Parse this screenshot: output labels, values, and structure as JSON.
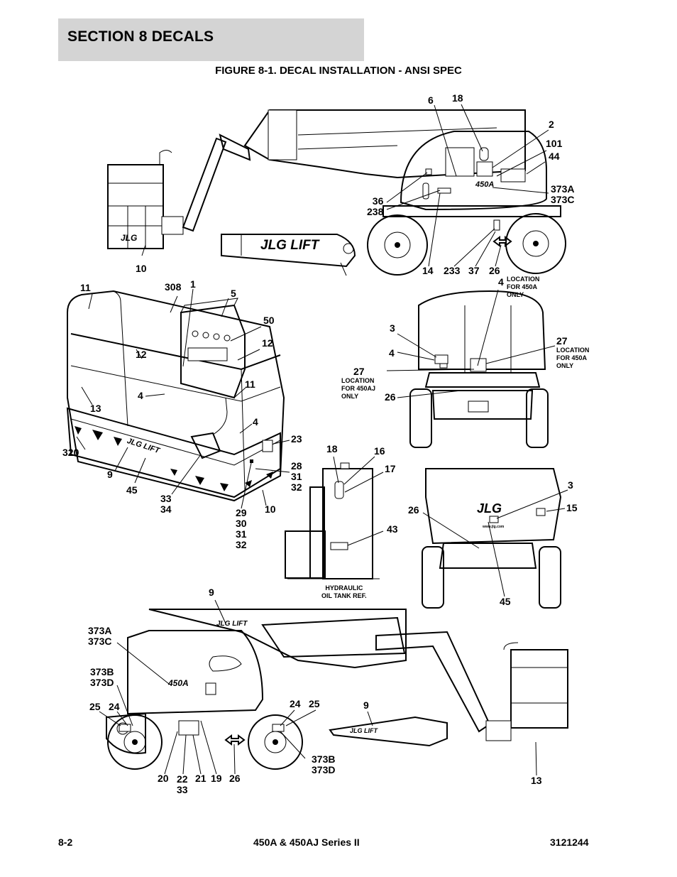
{
  "header": {
    "section_title": "SECTION 8   DECALS",
    "figure_title": "FIGURE 8-1. DECAL INSTALLATION - ANSI SPEC"
  },
  "footer": {
    "page_number": "8-2",
    "model": "450A & 450AJ Series II",
    "doc_number": "3121244"
  },
  "logos": {
    "jlg": "JLG",
    "jlg_lift": "JLG LIFT",
    "model_450a": "450A",
    "website": "www.jlg.com"
  },
  "notes": {
    "location_450a": "LOCATION\nFOR 450A\nONLY",
    "location_450aj": "LOCATION\nFOR 450AJ\nONLY",
    "hydraulic": "HYDRAULIC\nOIL TANK REF."
  },
  "callouts": {
    "top": [
      "6",
      "18",
      "2",
      "101",
      "44",
      "373A\n373C",
      "36\n238",
      "10",
      "14",
      "233",
      "37",
      "26"
    ],
    "platform": [
      "11",
      "308",
      "1",
      "5",
      "50",
      "12",
      "12",
      "11",
      "4",
      "13",
      "4",
      "23",
      "320",
      "9",
      "45",
      "28\n31\n32",
      "33\n34",
      "29\n30\n31\n32",
      "10"
    ],
    "chassis_front": [
      "4",
      "3",
      "4",
      "27",
      "26",
      "27"
    ],
    "tank": [
      "18",
      "16",
      "17",
      "43"
    ],
    "chassis_rear": [
      "3",
      "15",
      "26",
      "45"
    ],
    "side": [
      "9",
      "373A\n373C",
      "373B\n373D",
      "25",
      "24",
      "24",
      "25",
      "9",
      "373B\n373D",
      "20",
      "22\n33",
      "21",
      "19",
      "26",
      "13"
    ]
  }
}
